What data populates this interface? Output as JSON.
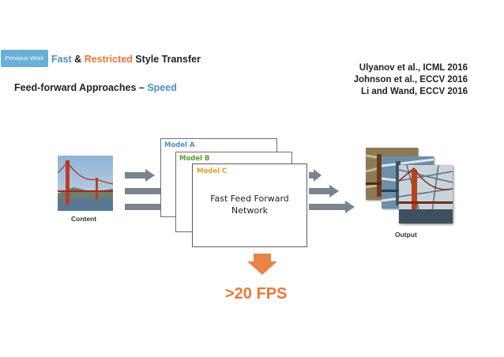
{
  "badge": "Previous Work",
  "title": {
    "fast": "Fast",
    "amp": " & ",
    "restricted": "Restricted",
    "rest": " Style Transfer"
  },
  "subtitle": {
    "prefix": "Feed-forward Approaches – ",
    "speed": "Speed"
  },
  "references": [
    "Ulyanov et al., ICML 2016",
    "Johnson et al., ECCV 2016",
    "Li and Wand, ECCV 2016"
  ],
  "models": [
    {
      "label": "Model A",
      "color": "#4a90c4"
    },
    {
      "label": "Model B",
      "color": "#5b9a2e"
    },
    {
      "label": "Model C",
      "color": "#e0a020"
    }
  ],
  "network": {
    "line1": "Fast Feed Forward",
    "line2": "Network"
  },
  "captions": {
    "content": "Content",
    "output": "Output"
  },
  "result": ">20 FPS",
  "colors": {
    "accent_blue": "#4a90c4",
    "accent_orange": "#e8773b",
    "badge": "#6ab0d6",
    "arrow_gray": "#7a848c",
    "down_arrow": "#e8834a"
  },
  "icons": [
    "bridge-photo-content",
    "bridge-photo-stylized",
    "arrow-right-icon",
    "arrow-down-icon"
  ]
}
